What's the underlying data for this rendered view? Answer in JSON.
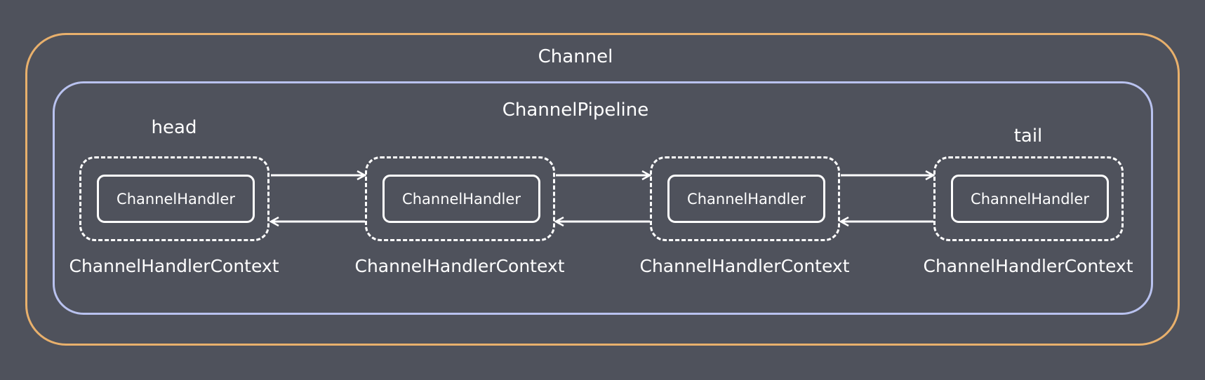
{
  "diagram": {
    "channel_label": "Channel",
    "pipeline_label": "ChannelPipeline",
    "head_label": "head",
    "tail_label": "tail",
    "contexts": [
      {
        "handler_label": "ChannelHandler",
        "context_label": "ChannelHandlerContext"
      },
      {
        "handler_label": "ChannelHandler",
        "context_label": "ChannelHandlerContext"
      },
      {
        "handler_label": "ChannelHandler",
        "context_label": "ChannelHandlerContext"
      },
      {
        "handler_label": "ChannelHandler",
        "context_label": "ChannelHandlerContext"
      }
    ]
  },
  "colors": {
    "background": "#4f525c",
    "channel_border": "#e8b06c",
    "pipeline_border": "#b9c2ef",
    "foreground": "#ffffff"
  }
}
